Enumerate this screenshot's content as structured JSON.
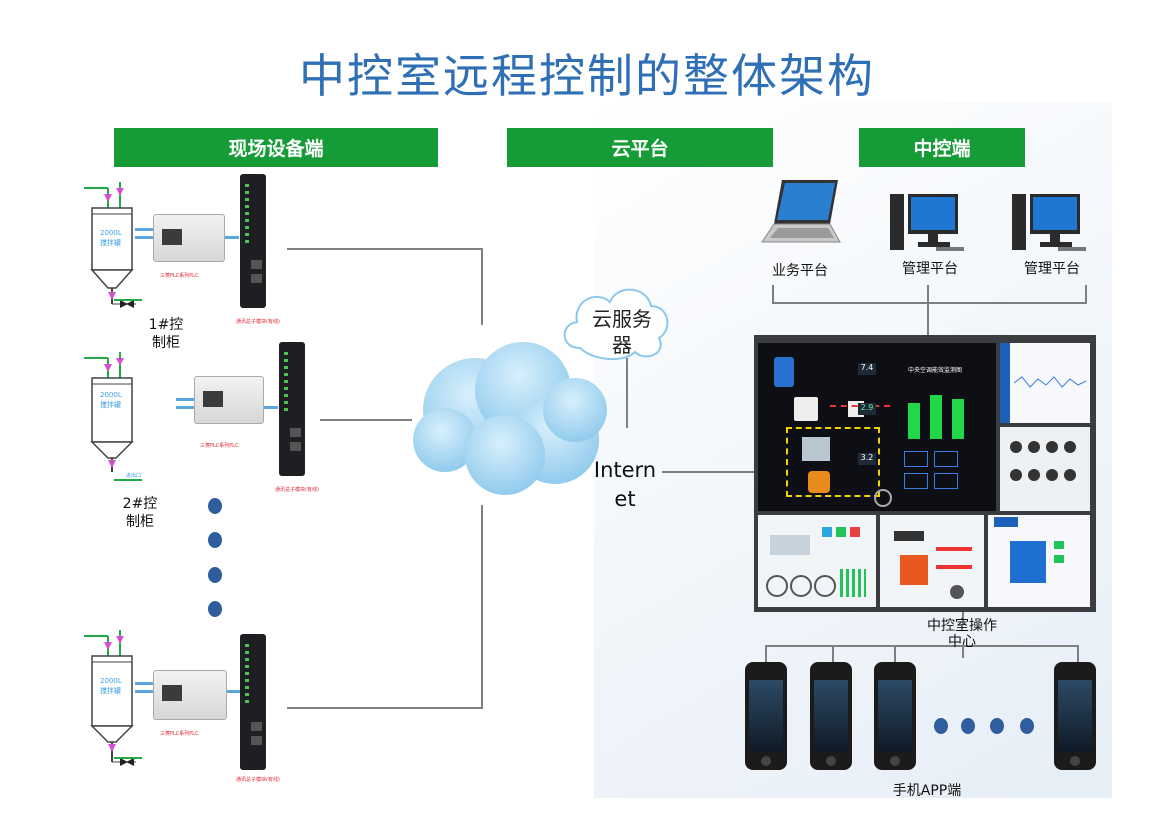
{
  "title": "中控室远程控制的整体架构",
  "headers": {
    "field": "现场设备端",
    "cloud": "云平台",
    "center": "中控端"
  },
  "field": {
    "cabinets": [
      "1#控\n制柜",
      "2#控\n制柜"
    ],
    "tank_label": "2000L\n搅拌罐",
    "plc_caption": "三菱PLC系列PLC",
    "gateway_caption": "通讯总子模块(有线)",
    "outlet_label": "进出口"
  },
  "cloud": {
    "server": "云服务\n器",
    "internet": "Intern\net"
  },
  "center": {
    "business": "业务平台",
    "mgmt1": "管理平台",
    "mgmt2": "管理平台",
    "control_room": "中控室操作\n中心",
    "app": "手机APP端"
  },
  "wall": {
    "screen_title": "中央空调能效监测图",
    "v1": "7.4",
    "v2": "2.9",
    "v3": "3.2"
  },
  "colors": {
    "title": "#2f6fb6",
    "header_green": "#159c37",
    "dot_blue": "#2f5e9e",
    "cloud_blue": "#a9d6f2"
  }
}
